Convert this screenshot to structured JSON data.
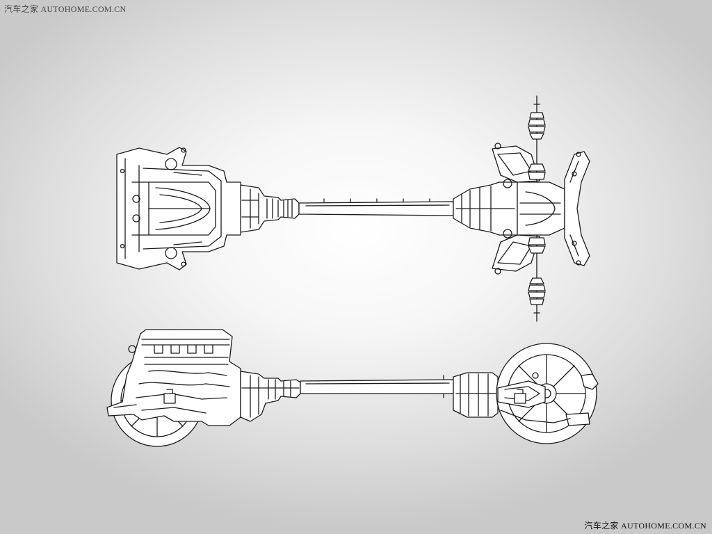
{
  "watermarks": {
    "top_left": "汽车之家 AUTOHOME.COM.CN",
    "bottom_right": "汽车之家 AUTOHOME.COM.CN"
  },
  "image": {
    "subject": "drivetrain-line-drawing",
    "views": [
      "top-view",
      "side-view"
    ]
  },
  "colors": {
    "line": "#1a1a1a",
    "background_center": "#ffffff",
    "background_edge": "#c9c9c9"
  }
}
